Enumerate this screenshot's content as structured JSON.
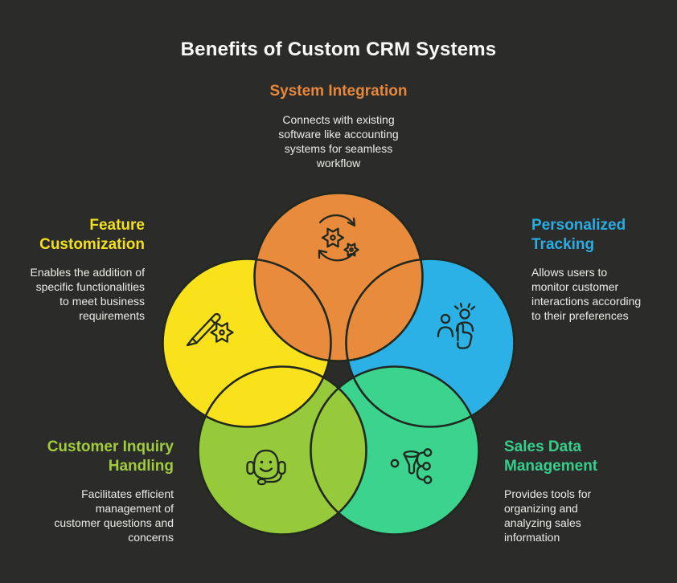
{
  "title": "Benefits of Custom CRM Systems",
  "title_color": "#FAFAFA",
  "background_color": "#2B2B29",
  "outline_color": "#20281F",
  "text_color": "#EBEBE8",
  "sections": [
    {
      "id": "system-integration",
      "position": "top",
      "heading_lines": [
        "System Integration"
      ],
      "heading_color": "#E8873B",
      "circle_color": "#E88B3C",
      "icon": "sync-gears-icon",
      "description_lines": [
        "Connects with existing",
        "software like accounting",
        "systems for seamless",
        "workflow"
      ]
    },
    {
      "id": "feature-customization",
      "position": "left",
      "heading_lines": [
        "Feature",
        "Customization"
      ],
      "heading_color": "#F2DF1D",
      "circle_color": "#F9E11B",
      "icon": "pencil-gear-icon",
      "description_lines": [
        "Enables the addition of",
        "specific functionalities",
        "to meet business",
        "requirements"
      ]
    },
    {
      "id": "personalized-tracking",
      "position": "right",
      "heading_lines": [
        "Personalized",
        "Tracking"
      ],
      "heading_color": "#29ADE3",
      "circle_color": "#2CB1E7",
      "icon": "people-select-icon",
      "description_lines": [
        "Allows users to",
        "monitor customer",
        "interactions according",
        "to their preferences"
      ]
    },
    {
      "id": "customer-inquiry-handling",
      "position": "bottom-left",
      "heading_lines": [
        "Customer Inquiry",
        "Handling"
      ],
      "heading_color": "#A0CB3D",
      "circle_color": "#97CA3A",
      "icon": "headset-icon",
      "description_lines": [
        "Facilitates efficient",
        "management of",
        "customer questions and",
        "concerns"
      ]
    },
    {
      "id": "sales-data-management",
      "position": "bottom-right",
      "heading_lines": [
        "Sales Data",
        "Management"
      ],
      "heading_color": "#35CF8C",
      "circle_color": "#3BD38E",
      "icon": "funnel-icon",
      "description_lines": [
        "Provides tools for",
        "organizing and",
        "analyzing sales",
        "information"
      ]
    }
  ]
}
